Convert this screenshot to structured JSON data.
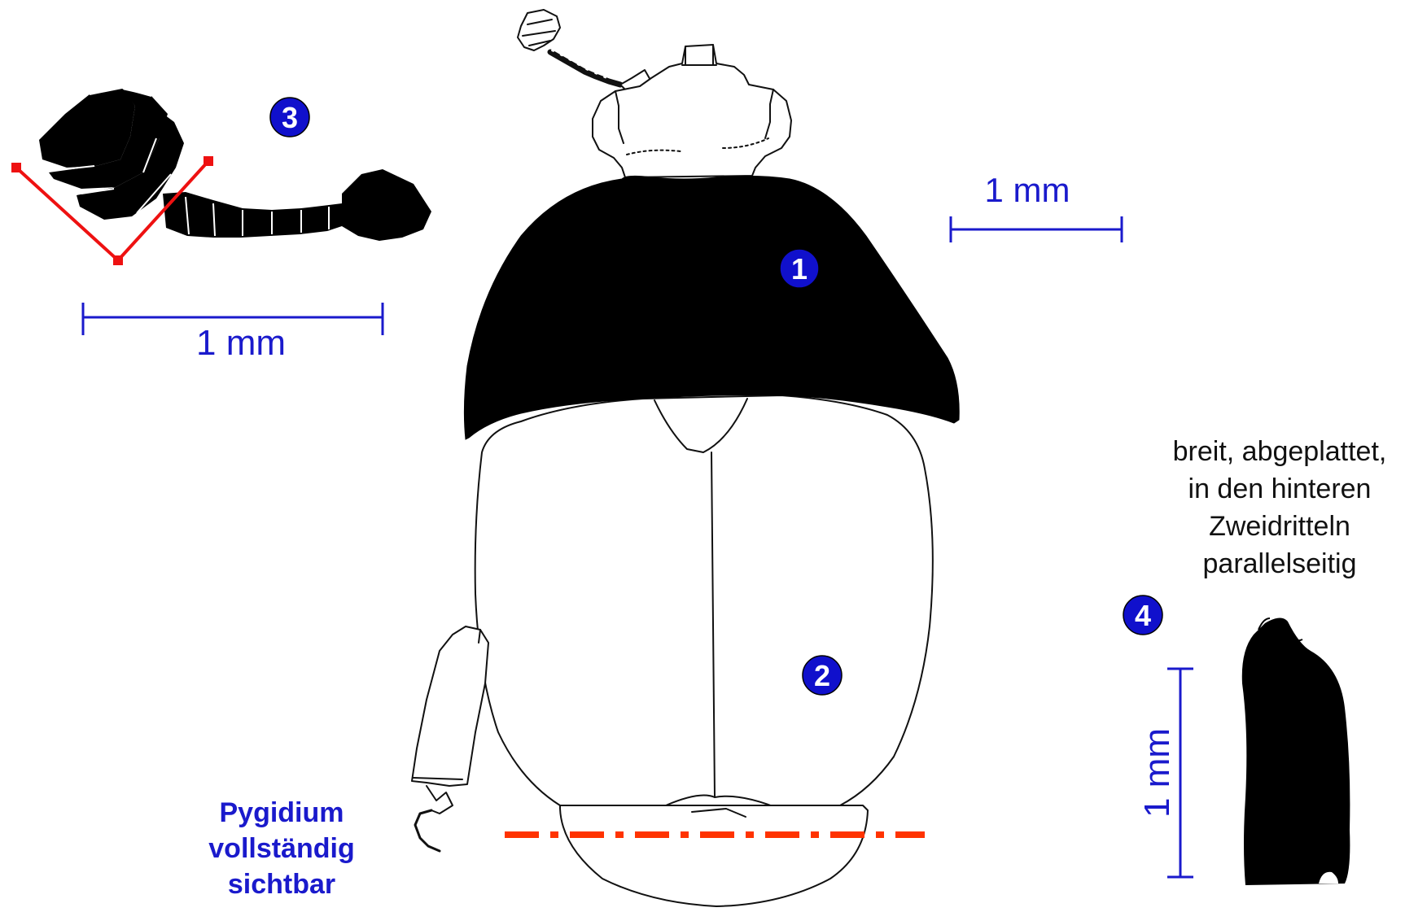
{
  "colors": {
    "scale_bar": "#1a1acc",
    "marker_fill": "#1010cc",
    "marker_text": "#ffffff",
    "angle_lines": "#ee1111",
    "dashed_line": "#ff3300",
    "outline": "#111111",
    "solid_fill": "#000000"
  },
  "markers": {
    "m1": "1",
    "m2": "2",
    "m3": "3",
    "m4": "4"
  },
  "scale_bars": {
    "top_right": "1 mm",
    "antenna": "1 mm",
    "tibia": "1 mm"
  },
  "annotations": {
    "pygidium": [
      "Pygidium",
      "vollständig",
      "sichtbar"
    ],
    "tibia_note": [
      "breit, abgeplattet,",
      "in den hinteren",
      "Zweidritteln",
      "parallelseitig"
    ]
  },
  "icons": {
    "beetle": "beetle-outline-drawing",
    "antenna": "antenna-club-drawing",
    "tibia": "fore-tibia-drawing"
  }
}
